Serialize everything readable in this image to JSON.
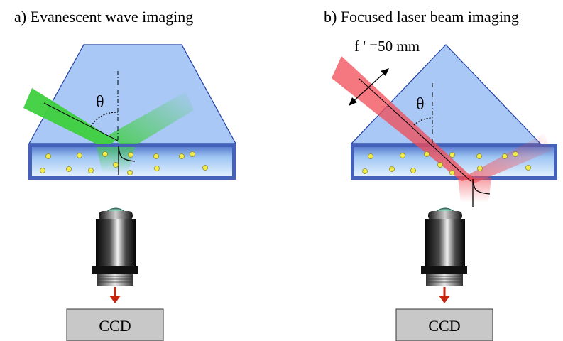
{
  "panels": {
    "a": {
      "title": "a) Evanescent wave imaging",
      "angle_symbol": "θ",
      "detector_label": "CCD"
    },
    "b": {
      "title": "b) Focused laser beam imaging",
      "angle_symbol": "θ",
      "detector_label": "CCD",
      "focal_length_label": "f ' =50 mm"
    }
  },
  "colors": {
    "prism_fill": "#a9c8f5",
    "prism_stroke": "#1f3fa3",
    "chamber_border": "#4560b8",
    "green_beam": "#3ecf3e",
    "red_beam": "#f24b55",
    "particle": "#f2ec4a",
    "ccd_fill": "#c8c8c8",
    "arrow_red": "#c8250f",
    "objective_dark": "#1a1a1a"
  }
}
